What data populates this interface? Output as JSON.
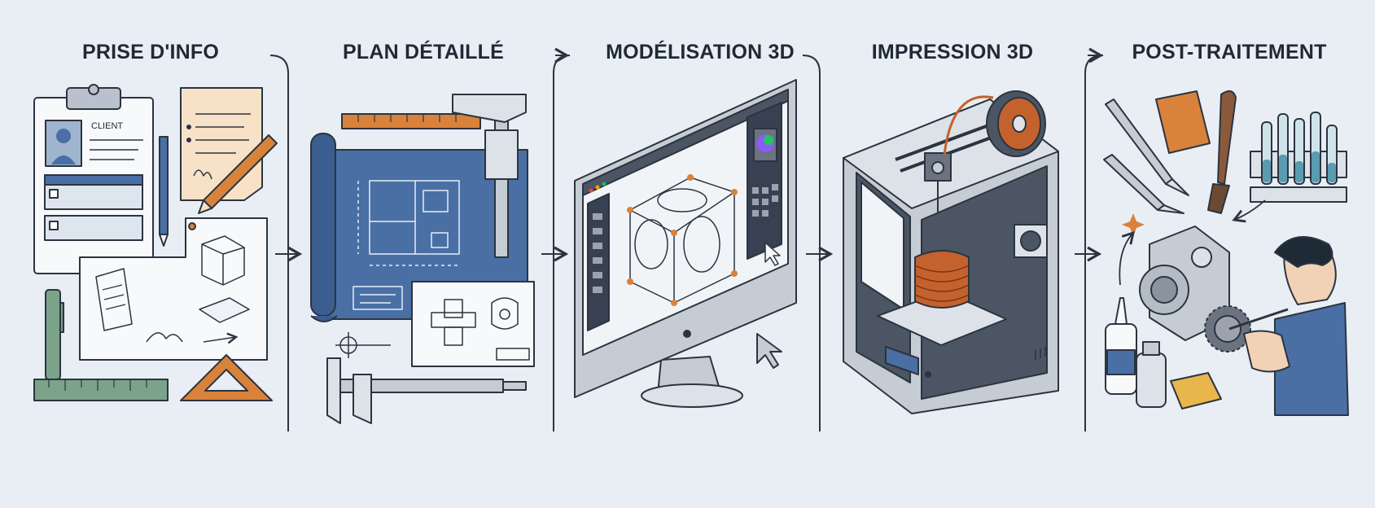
{
  "steps": [
    {
      "title": "PRISE D'INFO",
      "icon": "clipboard-sketch-icon"
    },
    {
      "title": "PLAN DÉTAILLÉ",
      "icon": "blueprint-caliper-icon"
    },
    {
      "title": "MODÉLISATION 3D",
      "icon": "computer-monitor-icon"
    },
    {
      "title": "IMPRESSION 3D",
      "icon": "3d-printer-icon"
    },
    {
      "title": "POST-TRAITEMENT",
      "icon": "finishing-tools-icon"
    }
  ],
  "clipboard": {
    "label": "CLIENT"
  },
  "colors": {
    "background": "#e9eef4",
    "outline": "#2b3440",
    "blueprint": "#4a6fa5",
    "accent_orange": "#d9823b",
    "filament": "#c4622d",
    "green_tool": "#7aa38a"
  }
}
